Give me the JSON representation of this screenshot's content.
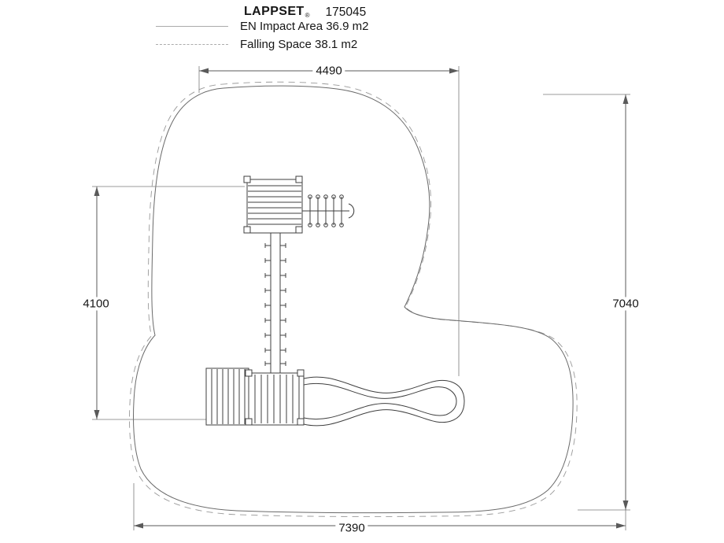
{
  "header": {
    "brand": "LAPPSET",
    "registered_mark": "®",
    "product_code": "175045"
  },
  "legend": {
    "items": [
      {
        "label": "EN Impact Area 36.9 m2",
        "line_style": "solid"
      },
      {
        "label": "Falling Space 38.1 m2",
        "line_style": "dashed"
      }
    ]
  },
  "dimensions_mm": {
    "top_width": "4490",
    "left_height": "4100",
    "right_height": "7040",
    "bottom_width": "7390"
  },
  "colors": {
    "background": "#ffffff",
    "impact_area_outline": "#6a6a6a",
    "falling_space_outline": "#9a9a9a",
    "equipment_line": "#3f3f3f",
    "dimension_line": "#5a5a5a",
    "legend_line": "#ababab",
    "text": "#161616"
  }
}
